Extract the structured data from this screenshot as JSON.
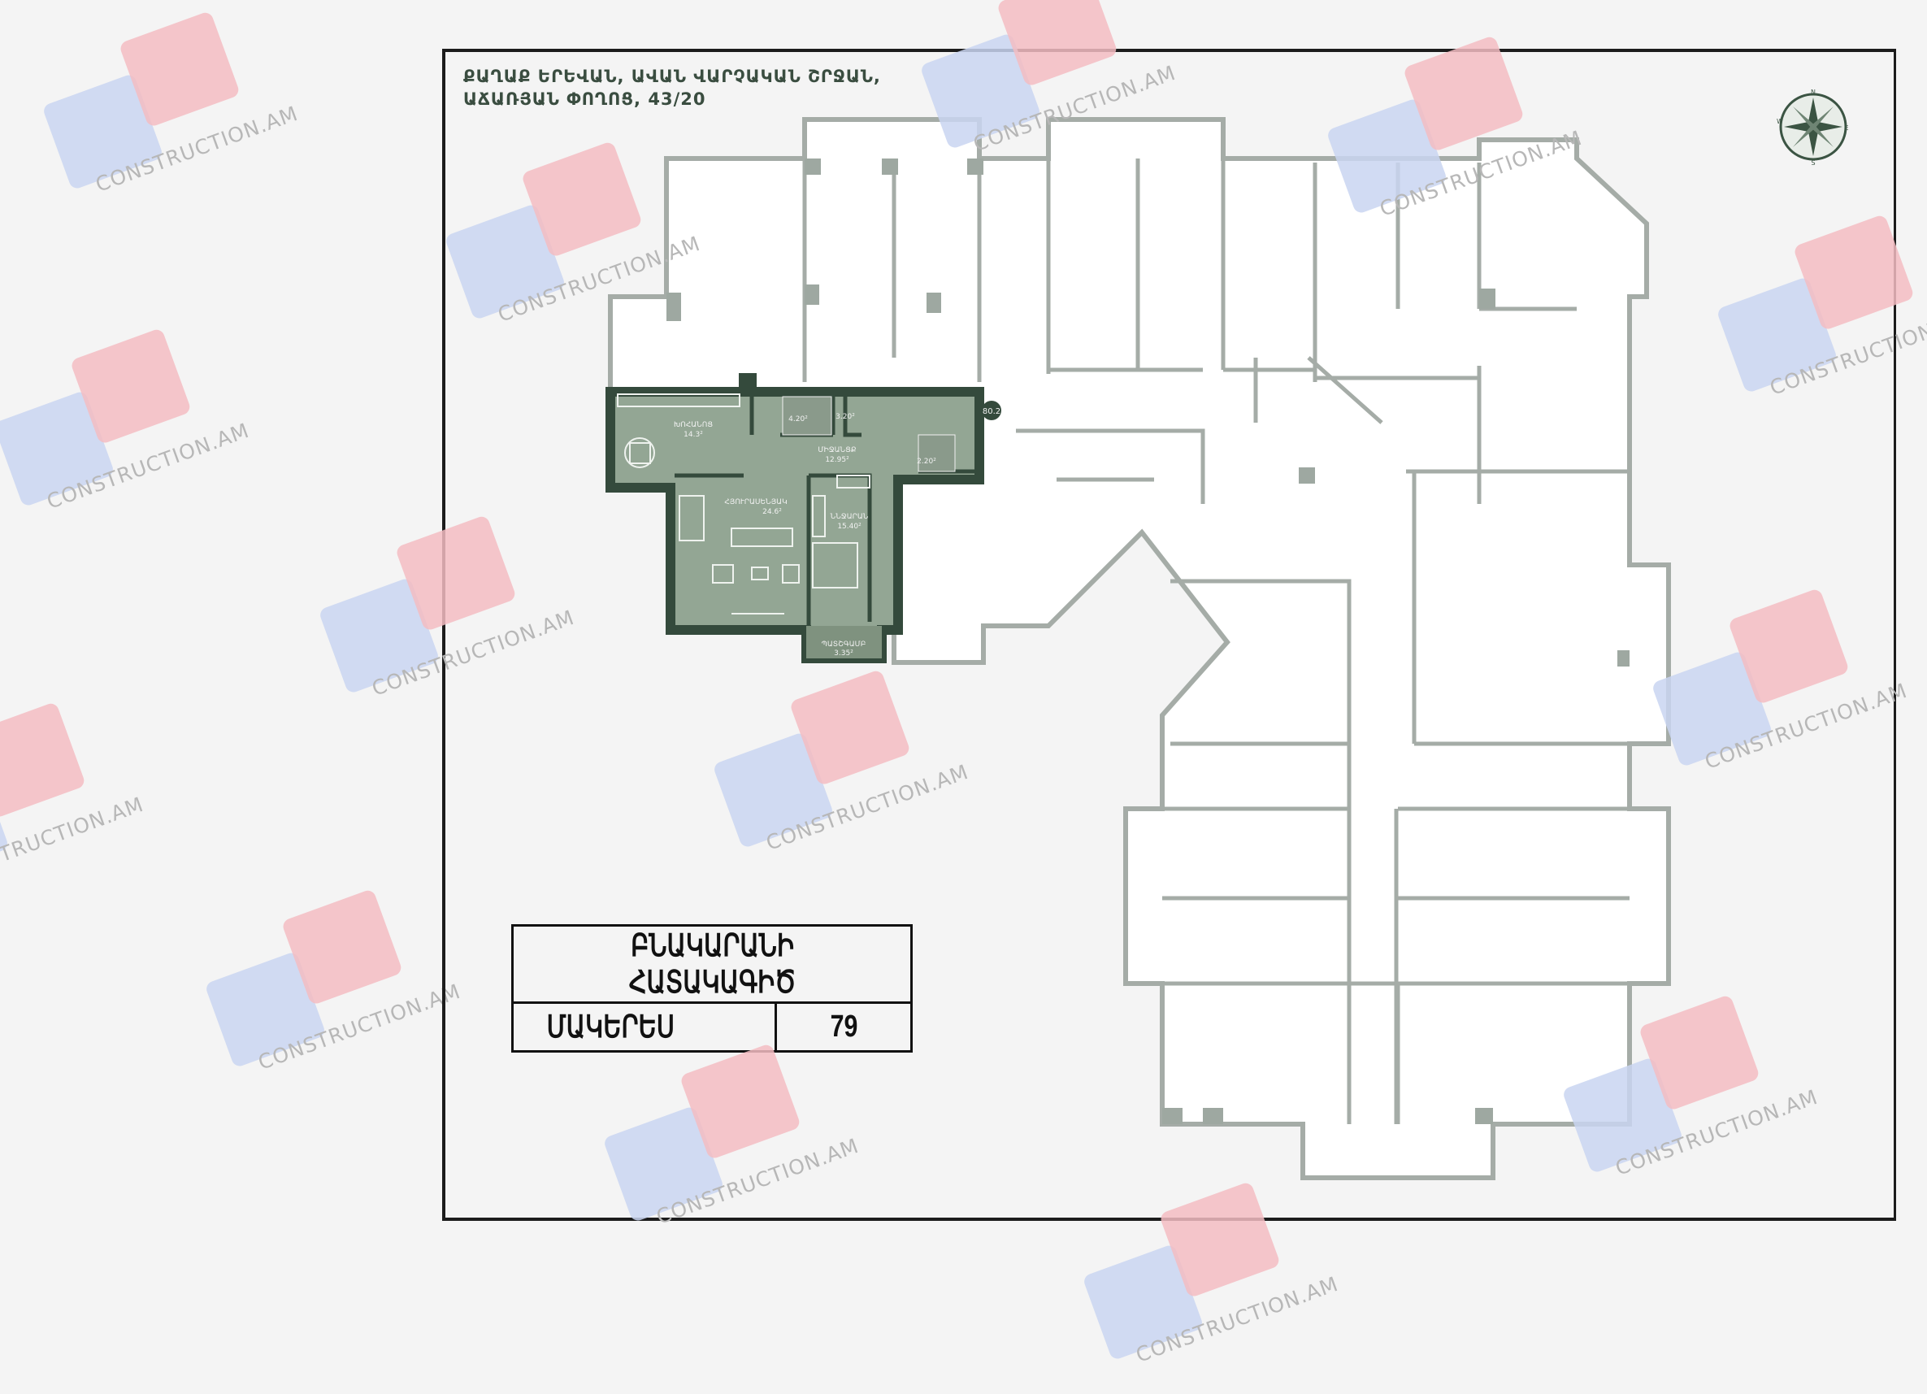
{
  "address": {
    "line1": "ՔԱՂԱՔ ԵՐԵՎԱՆ, ԱՎԱՆ ՎԱՐՉԱԿԱՆ ՇՐՋԱՆ,",
    "line2": "ԱՃԱՌՅԱՆ ՓՈՂՈՑ, 43/20"
  },
  "compass": {
    "n": "N",
    "e": "E",
    "s": "S",
    "w": "W"
  },
  "apartment": {
    "total_area": "80.2",
    "rooms": [
      {
        "name": "ԽՈՀԱՆՈՑ",
        "area": "14.3²"
      },
      {
        "name": "ՄԻՋԱՆՑՔ",
        "area": "12.95²"
      },
      {
        "name": "ՀՅՈՒՐԱՍԵՆՅԱԿ",
        "area": "24.6²"
      },
      {
        "name": "ՆՆՋԱՐԱՆ",
        "area": "15.40²"
      },
      {
        "name": "ՊԱՏՇԳԱՄԲ",
        "area": "3.35²"
      },
      {
        "name": "",
        "area": "4.20²"
      },
      {
        "name": "",
        "area": "3.20²"
      },
      {
        "name": "",
        "area": "2.20²"
      }
    ],
    "fill_color": "#93a694",
    "wall_color": "#344a3c"
  },
  "table": {
    "title": "ԲՆԱԿԱՐԱՆԻ ՀԱՏԱԿԱԳԻԾ",
    "label": "ՄԱԿԵՐԵՍ",
    "value": "79"
  },
  "watermark": "CONSTRUCTION.AM"
}
